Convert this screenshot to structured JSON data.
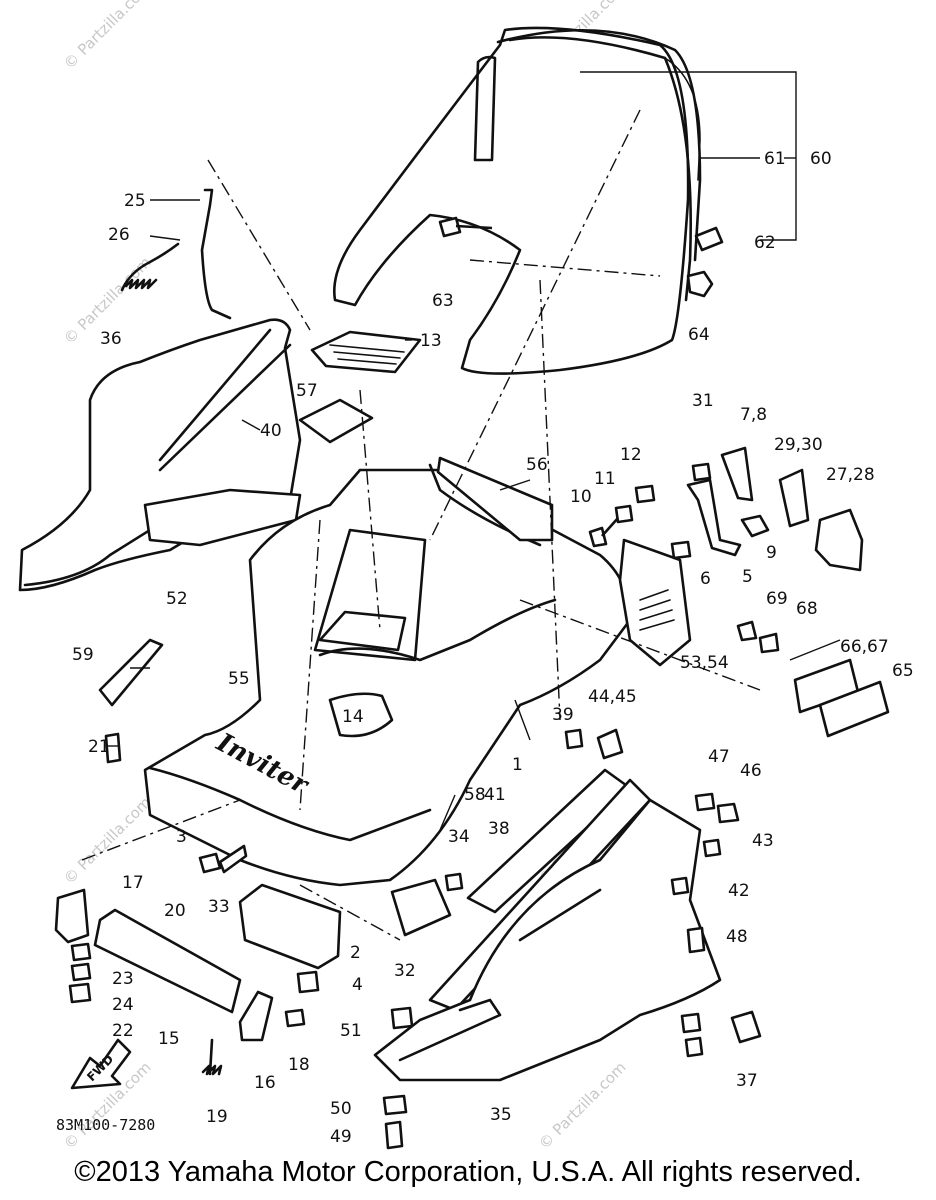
{
  "diagram": {
    "callouts": [
      "1",
      "2",
      "3",
      "4",
      "5",
      "6",
      "7,8",
      "9",
      "10",
      "11",
      "12",
      "13",
      "14",
      "15",
      "16",
      "17",
      "18",
      "19",
      "20",
      "21",
      "22",
      "23",
      "24",
      "25",
      "26",
      "27,28",
      "29,30",
      "31",
      "32",
      "33",
      "34",
      "35",
      "36",
      "37",
      "38",
      "39",
      "40",
      "41",
      "42",
      "43",
      "44,45",
      "46",
      "47",
      "48",
      "49",
      "50",
      "51",
      "52",
      "53,54",
      "55",
      "56",
      "57",
      "58",
      "59",
      "60",
      "61",
      "62",
      "63",
      "64",
      "65",
      "66,67",
      "68",
      "69"
    ],
    "decal_text": "Inviter",
    "fwd_label": "FWD",
    "drawing_code": "83M100-7280",
    "watermark": "© Partzilla.com",
    "copyright": "©2013 Yamaha Motor Corporation, U.S.A. All rights reserved."
  }
}
